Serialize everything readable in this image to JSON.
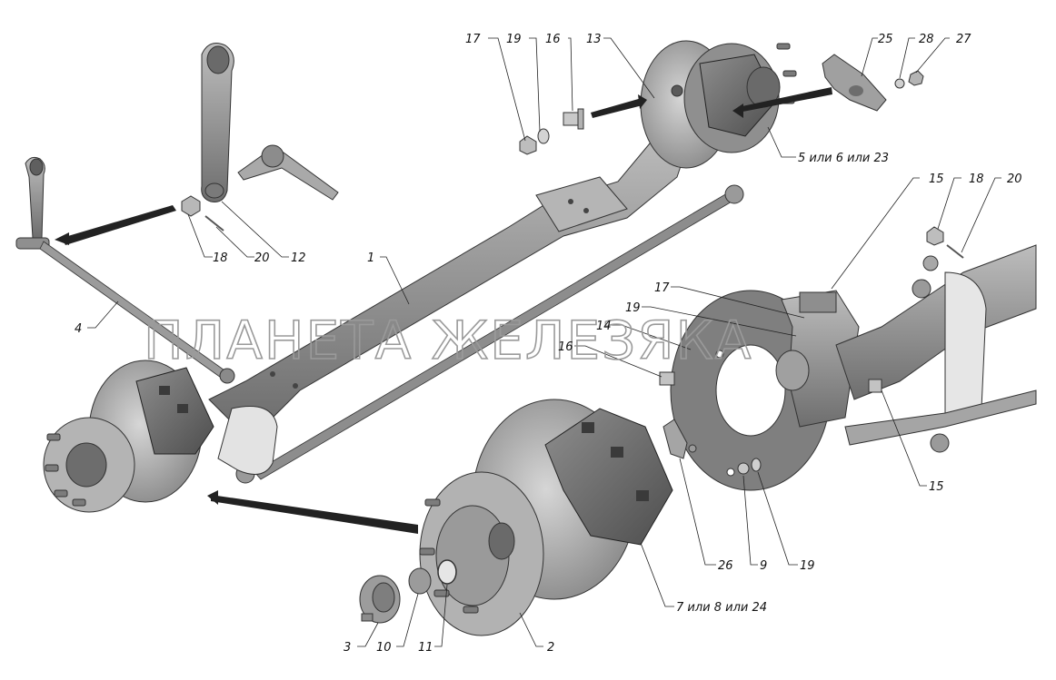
{
  "watermark": "ПЛАНЕТА ЖЕЛЕЗЯКА",
  "labels": {
    "l1": "1",
    "l2": "2",
    "l3": "3",
    "l4": "4",
    "l5": "5 или 6 или 23",
    "l7": "7 или 8 или 24",
    "l9": "9",
    "l10": "10",
    "l11": "11",
    "l12": "12",
    "l13": "13",
    "l14": "14",
    "l15a": "15",
    "l15b": "15",
    "l16a": "16",
    "l16b": "16",
    "l17a": "17",
    "l17b": "17",
    "l18a": "18",
    "l18b": "18",
    "l19a": "19",
    "l19b": "19",
    "l19c": "19",
    "l20a": "20",
    "l20b": "20",
    "l25": "25",
    "l26": "26",
    "l27": "27",
    "l28": "28"
  },
  "colors": {
    "part_fill": "#9c9c9c",
    "part_dark": "#6a6a6a",
    "part_light": "#cfcfcf",
    "line": "#222222"
  }
}
